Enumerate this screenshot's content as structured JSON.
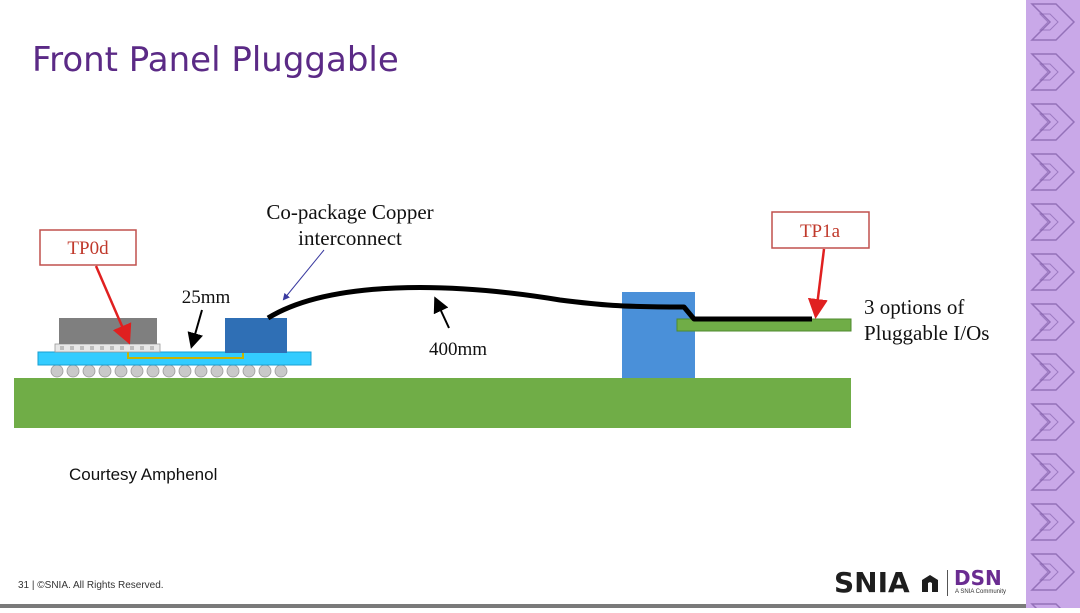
{
  "slide": {
    "title": "Front Panel Pluggable",
    "courtesy": "Courtesy Amphenol",
    "footer": "31 | ©SNIA. All Rights Reserved."
  },
  "diagram": {
    "labels": {
      "tp0d": "TP0d",
      "tp1a": "TP1a",
      "copper_line1": "Co-package Copper",
      "copper_line2": "interconnect",
      "dist_25": "25mm",
      "dist_400": "400mm",
      "options_line1": "3 options of",
      "options_line2": "Pluggable I/Os"
    },
    "colors": {
      "board": "#70ad47",
      "substrate": "#33ccff",
      "chip": "#7f7f7f",
      "connector_block": "#2f6fb5",
      "cage": "#4a90d9",
      "cable": "#000000",
      "callout_border": "#c0504d",
      "callout_text": "#c0392b",
      "title": "#5b2a86",
      "side_band": "#c9a8e8"
    }
  },
  "logos": {
    "snia": "SNIA",
    "dsn": "DSN",
    "dsn_sub": "A SNIA Community"
  }
}
